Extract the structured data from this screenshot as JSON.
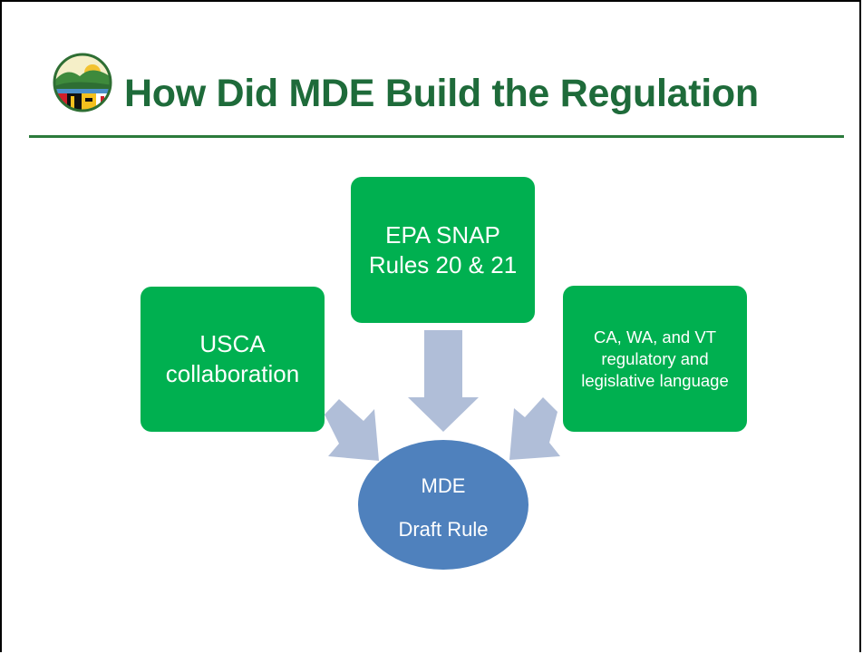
{
  "slide": {
    "title": "How Did MDE Build the Regulation"
  },
  "diagram": {
    "inputs": [
      {
        "id": "epa",
        "label": "EPA SNAP Rules 20 & 21"
      },
      {
        "id": "usca",
        "label": "USCA collaboration"
      },
      {
        "id": "states",
        "label": "CA, WA, and VT regulatory and legislative language"
      }
    ],
    "output": {
      "line1": "MDE",
      "line2": "Draft Rule"
    }
  },
  "colors": {
    "title": "#1e6b3a",
    "box_fill": "#00b050",
    "ellipse_fill": "#4f81bd",
    "arrow_fill": "#b0bed8"
  }
}
